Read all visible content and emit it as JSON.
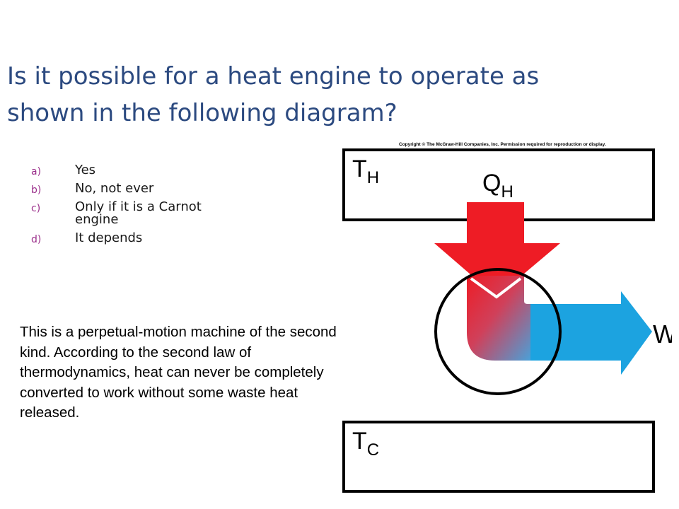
{
  "question": {
    "line1": "Is it possible for a heat engine to operate as",
    "line2": "shown in the following diagram?"
  },
  "choices": [
    {
      "letter": "a)",
      "text": "Yes"
    },
    {
      "letter": "b)",
      "text": "No, not ever"
    },
    {
      "letter": "c)",
      "text": "Only if it is a Carnot engine"
    },
    {
      "letter": "d)",
      "text": "It depends"
    }
  ],
  "explanation": "This is a perpetual-motion machine of the second kind.  According to the second law of thermodynamics, heat can never be completely converted to work without some waste heat released.",
  "diagram": {
    "copyright": "Copyright © The McGraw-Hill Companies, Inc. Permission required for reproduction or display.",
    "hot_reservoir": {
      "T": "T",
      "sub": "H"
    },
    "heat_in": {
      "Q": "Q",
      "sub": "H"
    },
    "work": "W",
    "cold_reservoir": {
      "T": "T",
      "sub": "C"
    },
    "colors": {
      "heat": "#ee1c25",
      "work": "#1ca3e0",
      "outline": "#000000"
    }
  }
}
